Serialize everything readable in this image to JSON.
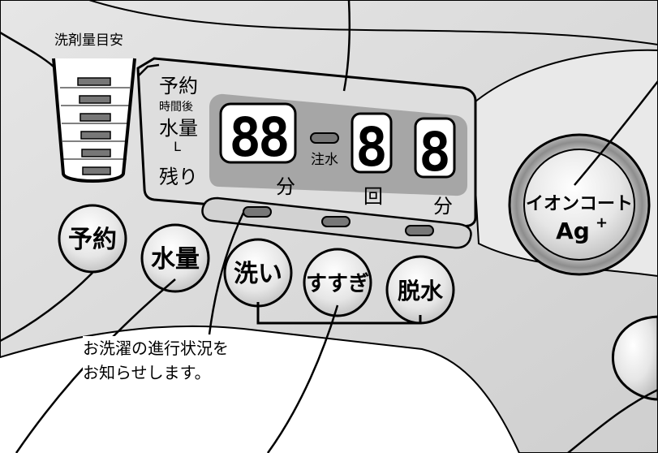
{
  "detergent_gauge": {
    "label": "洗剤量目安"
  },
  "display": {
    "left_labels": {
      "reserve": "予約",
      "hours_after": "時間後",
      "water": "水量",
      "liter": "L",
      "remaining": "残り"
    },
    "digits_main": "88",
    "water_fill_label": "注水",
    "digit_rinse": "8",
    "digit_spin": "8",
    "units": {
      "minutes_left": "分",
      "times": "回",
      "minutes_right": "分"
    }
  },
  "buttons": {
    "reserve": "予約",
    "water_level": "水量",
    "wash": "洗い",
    "rinse": "すすぎ",
    "spin": "脱水"
  },
  "ion_coat": {
    "line1": "イオンコート",
    "line2": "Ag",
    "sup": "+"
  },
  "note": {
    "line1": "お洗濯の進行状況を",
    "line2": "お知らせします。"
  },
  "colors": {
    "panel": "#d8d8d8",
    "panel_dark": "#a9a9a9",
    "button_face": "#ebebeb",
    "outline": "#000000"
  }
}
